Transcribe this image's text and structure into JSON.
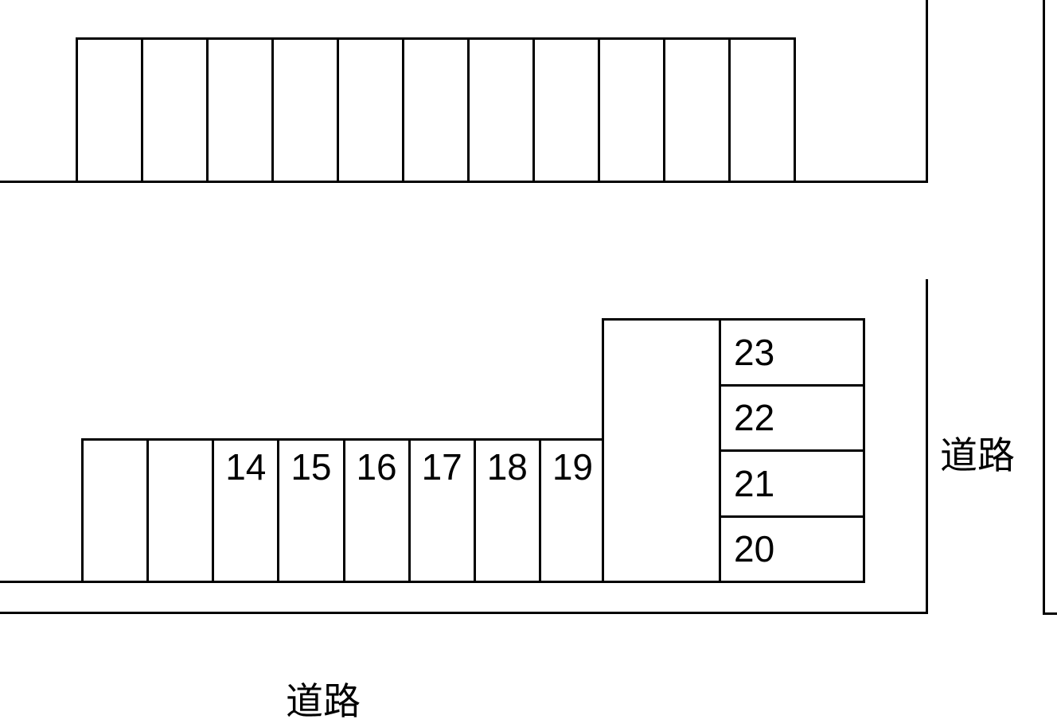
{
  "page": {
    "background_color": "#ffffff",
    "line_color": "#000000"
  },
  "labels": {
    "road_right": "道路",
    "road_bottom": "道路"
  },
  "top_row": {
    "spaces": [
      "",
      "",
      "",
      "",
      "",
      "",
      "",
      "",
      "",
      "",
      ""
    ]
  },
  "bottom_row": {
    "spaces": [
      "",
      "",
      "14",
      "15",
      "16",
      "17",
      "18",
      "19"
    ]
  },
  "large_space": {
    "label": ""
  },
  "right_column": {
    "spaces": [
      "23",
      "22",
      "21",
      "20"
    ]
  }
}
